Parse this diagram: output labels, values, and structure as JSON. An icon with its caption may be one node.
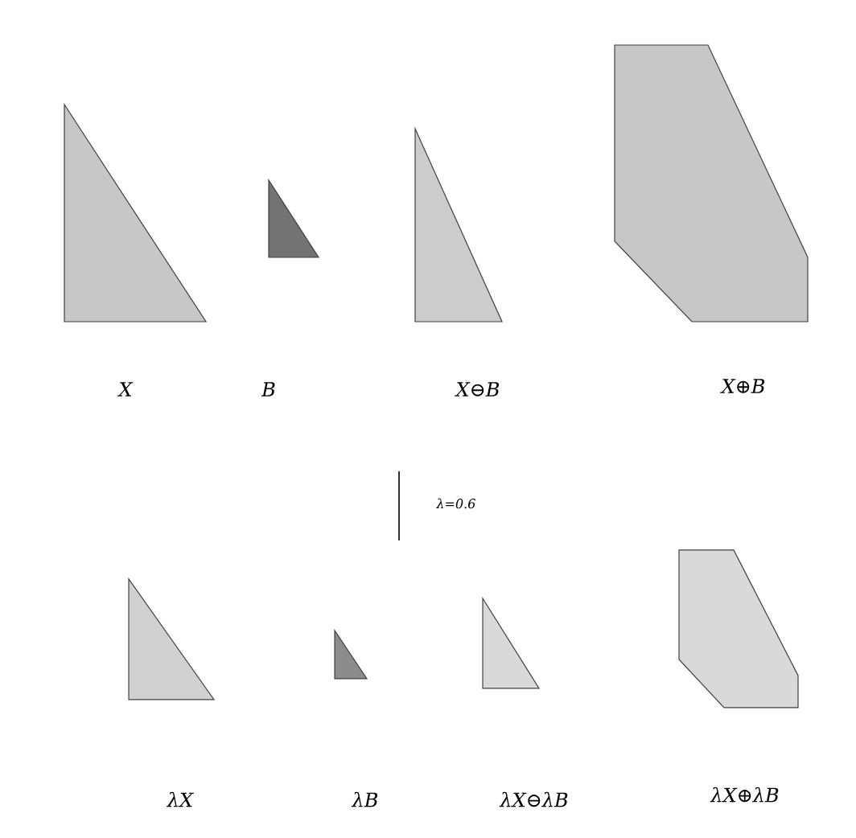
{
  "diagram": {
    "labels": [
      "X",
      "B",
      "X⊖B",
      "X⊕B",
      "λ=0.6",
      "λX",
      "λB",
      "λX⊖λB",
      "λX⊕λB"
    ]
  }
}
